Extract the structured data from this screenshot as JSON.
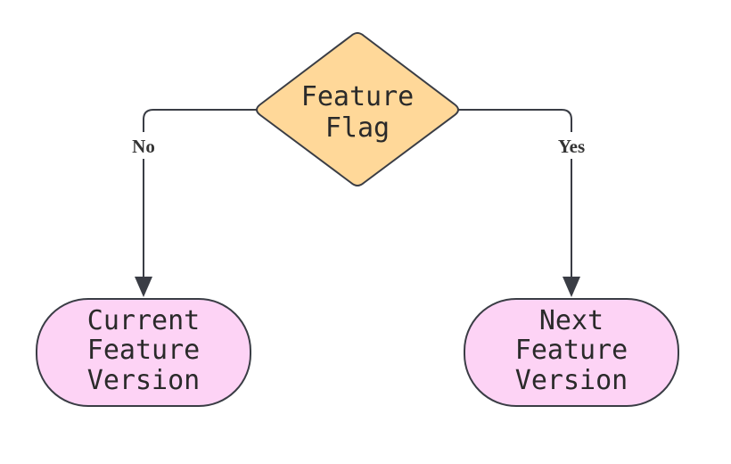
{
  "diagram": {
    "decision": {
      "lines": [
        "Feature",
        "Flag"
      ],
      "fill": "#ffd899",
      "stroke": "#3a3d45"
    },
    "edges": {
      "no_label": "No",
      "yes_label": "Yes"
    },
    "outcomes": {
      "current": {
        "lines": [
          "Current",
          "Feature",
          "Version"
        ]
      },
      "next": {
        "lines": [
          "Next",
          "Feature",
          "Version"
        ]
      },
      "fill": "#fdd3f5",
      "stroke": "#3a3d45"
    }
  }
}
